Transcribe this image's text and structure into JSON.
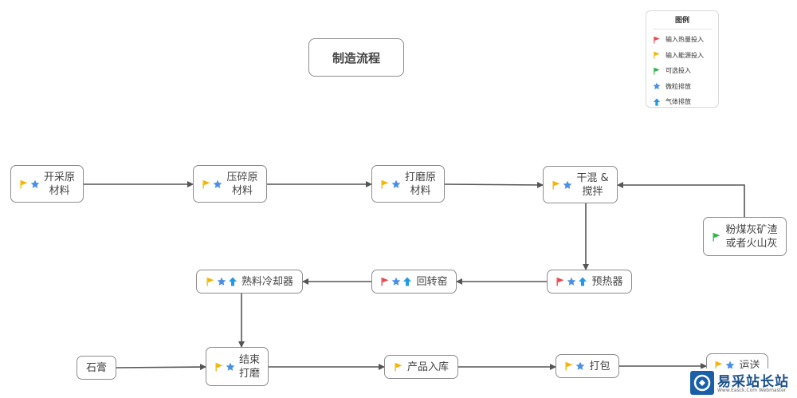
{
  "title": "制造流程",
  "legend": {
    "title": "图例",
    "items": [
      {
        "icon": "red-flag-icon",
        "label": "输入热量投入"
      },
      {
        "icon": "yellow-flag-icon",
        "label": "输入能源投入"
      },
      {
        "icon": "green-flag-icon",
        "label": "可选投入"
      },
      {
        "icon": "star-icon",
        "label": "微粒排放"
      },
      {
        "icon": "up-arrow-icon",
        "label": "气体排放"
      }
    ]
  },
  "colors": {
    "red_flag": "#e8474f",
    "yellow_flag": "#f4b400",
    "green_flag": "#2db54a",
    "star": "#4a8fe7",
    "arrow": "#1e9be8",
    "edge": "#555555"
  },
  "nodes": {
    "mining": {
      "label": "开采原\n材料",
      "icons": [
        "yellow-flag-icon",
        "star-icon"
      ]
    },
    "crushing": {
      "label": "压碎原\n材料",
      "icons": [
        "yellow-flag-icon",
        "star-icon"
      ]
    },
    "grinding_raw": {
      "label": "打磨原\n材料",
      "icons": [
        "yellow-flag-icon",
        "star-icon"
      ]
    },
    "dry_mix": {
      "label": "干混 &\n搅拌",
      "icons": [
        "yellow-flag-icon",
        "star-icon"
      ]
    },
    "fly_ash": {
      "label": "粉煤灰矿渣\n或者火山灰",
      "icons": [
        "green-flag-icon"
      ]
    },
    "preheater": {
      "label": "预热器",
      "icons": [
        "red-flag-icon",
        "star-icon",
        "up-arrow-icon"
      ]
    },
    "kiln": {
      "label": "回转窑",
      "icons": [
        "red-flag-icon",
        "star-icon",
        "up-arrow-icon"
      ]
    },
    "clinker_cooler": {
      "label": "熟料冷却器",
      "icons": [
        "yellow-flag-icon",
        "star-icon",
        "up-arrow-icon"
      ]
    },
    "gypsum": {
      "label": "石膏",
      "icons": []
    },
    "finish_grind": {
      "label": "结束\n打磨",
      "icons": [
        "yellow-flag-icon",
        "star-icon"
      ]
    },
    "storage": {
      "label": "产品入库",
      "icons": [
        "yellow-flag-icon"
      ]
    },
    "packing": {
      "label": "打包",
      "icons": [
        "yellow-flag-icon",
        "star-icon"
      ]
    },
    "shipping": {
      "label": "运送",
      "icons": [
        "yellow-flag-icon",
        "star-icon"
      ]
    }
  },
  "watermark": {
    "text": "易采站长站",
    "sub": "Www.Easck.Com Webmaster"
  }
}
